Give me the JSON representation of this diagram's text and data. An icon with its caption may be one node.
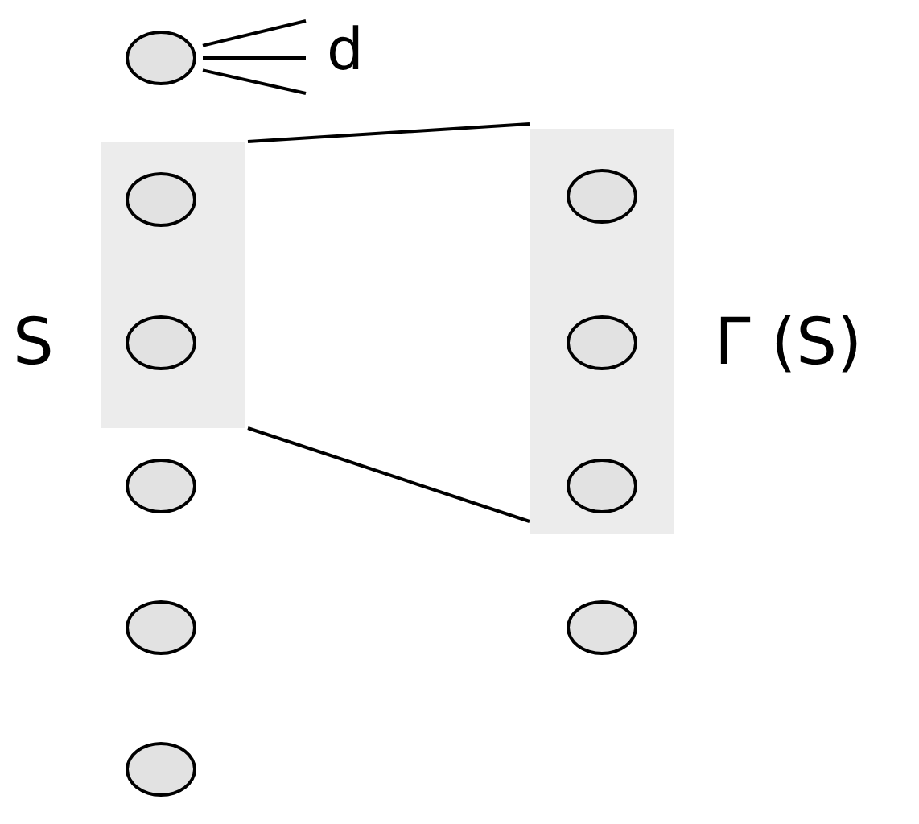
{
  "diagram": {
    "nodes": [
      {
        "text": [],
        "shape": "circle"
      },
      {
        "text": [
          "S"
        ]
      },
      {
        "text": [],
        "shape": "circle",
        "in": 1
      },
      {
        "text": [],
        "shape": "circle",
        "in": 1
      },
      {
        "text": [],
        "shape": "circle"
      },
      {
        "text": [],
        "shape": "circle"
      },
      {
        "text": [],
        "shape": "circle"
      },
      {
        "text": [
          "Γ (S)"
        ]
      },
      {
        "text": [],
        "shape": "circle",
        "in": 7
      },
      {
        "text": [],
        "shape": "circle",
        "in": 7
      },
      {
        "text": [],
        "shape": "circle",
        "in": 7
      },
      {
        "text": [],
        "shape": "circle"
      }
    ],
    "edges": [
      {
        "from": 1,
        "to": 7,
        "arrow": "none"
      },
      {
        "from": 1,
        "to": 7,
        "arrow": "none"
      },
      {
        "from": 0,
        "to": null,
        "arrow": "none"
      },
      {
        "from": 0,
        "to": null,
        "arrow": "none"
      },
      {
        "from": 0,
        "to": null,
        "arrow": "none"
      }
    ],
    "labels": [
      "d"
    ]
  }
}
